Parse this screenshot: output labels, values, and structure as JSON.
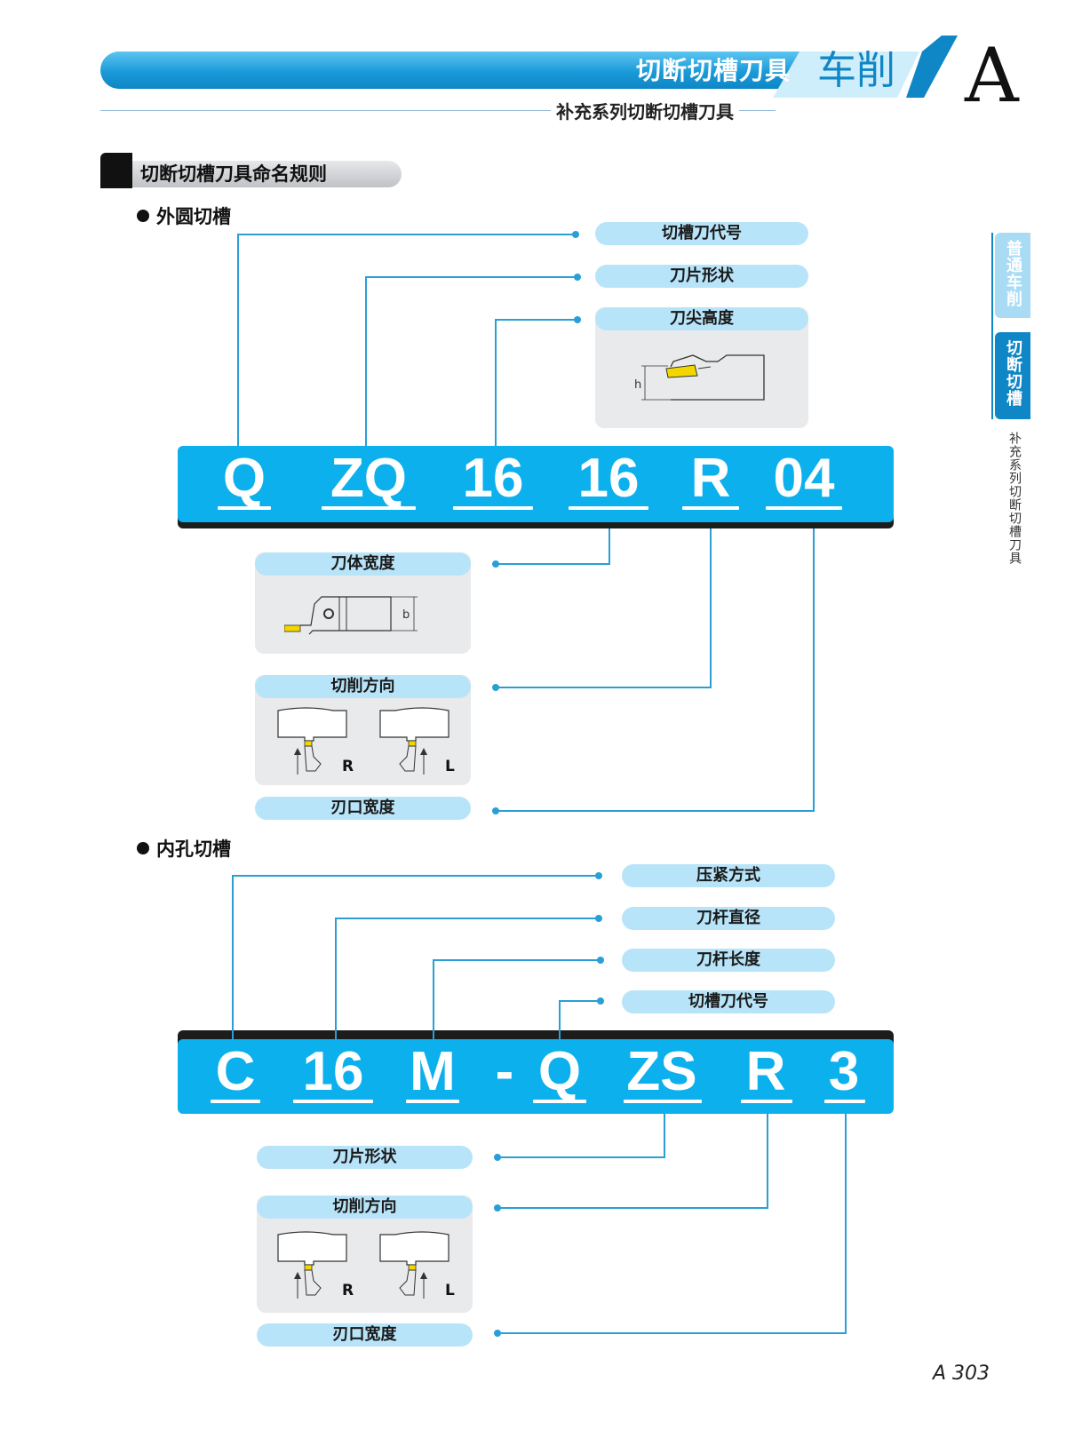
{
  "header": {
    "title": "切断切槽刀具",
    "subtitle": "补充系列切断切槽刀具",
    "category": "车削",
    "letter": "A"
  },
  "section": {
    "title": "切断切槽刀具命名规则"
  },
  "external": {
    "heading": "外圆切槽",
    "code": [
      "Q",
      "ZQ",
      "16",
      "16",
      "R",
      "04"
    ],
    "top_labels": [
      "切槽刀代号",
      "刀片形状",
      "刀尖高度"
    ],
    "bottom_labels": [
      "刀体宽度",
      "切削方向",
      "刃口宽度"
    ],
    "fig_h": "h",
    "fig_b": "b",
    "dir_r": "R",
    "dir_l": "L"
  },
  "internal": {
    "heading": "内孔切槽",
    "code": [
      "C",
      "16",
      "M",
      "-",
      "Q",
      "ZS",
      "R",
      "3"
    ],
    "top_labels": [
      "压紧方式",
      "刀杆直径",
      "刀杆长度",
      "切槽刀代号"
    ],
    "bottom_labels": [
      "刀片形状",
      "切削方向",
      "刃口宽度"
    ],
    "dir_r": "R",
    "dir_l": "L"
  },
  "side_tabs": {
    "tab1": "普通车削",
    "tab2": "切断切槽",
    "caption": "补充系列切断切槽刀具"
  },
  "page_number": "A 303",
  "colors": {
    "accent": "#0bb0ec",
    "pill": "#b8e4f9",
    "line": "#2a9fd6"
  }
}
